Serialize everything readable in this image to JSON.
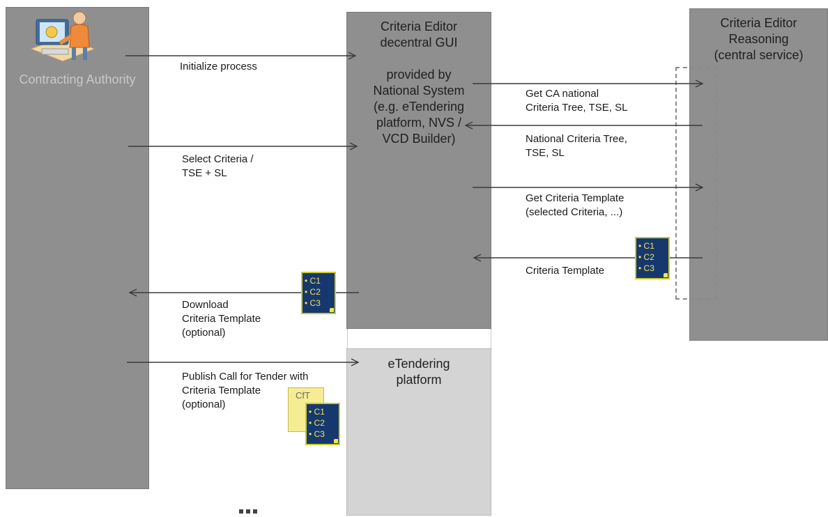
{
  "lanes": {
    "contracting_authority": "Contracting\nAuthority",
    "gui": "Criteria Editor\ndecentral GUI\n\nprovided by\nNational System\n(e.g. eTendering\nplatform, NVS /\nVCD Builder)",
    "etendering": "eTendering\nplatform",
    "reasoning": "Criteria Editor\nReasoning\n(central service)"
  },
  "messages": {
    "initialize": "Initialize process",
    "select": "Select Criteria /\nTSE + SL",
    "get_tree": "Get CA national\nCriteria Tree, TSE, SL",
    "national_tree": "National Criteria Tree,\nTSE, SL",
    "get_template": "Get Criteria Template\n(selected Criteria, ...)",
    "template": "Criteria Template",
    "download": "Download\nCriteria Template\n(optional)",
    "publish": "Publish  Call for Tender with\nCriteria Template\n(optional)"
  },
  "document": {
    "items": [
      "• C1",
      "• C2",
      "• C3"
    ]
  },
  "cft_label": "CfT",
  "colors": {
    "lane": "#8f8f8f",
    "etendering": "#d4d4d4",
    "doc_fill": "#16386e",
    "doc_text": "#f2e35b",
    "cft_fill": "#f6ec93"
  }
}
